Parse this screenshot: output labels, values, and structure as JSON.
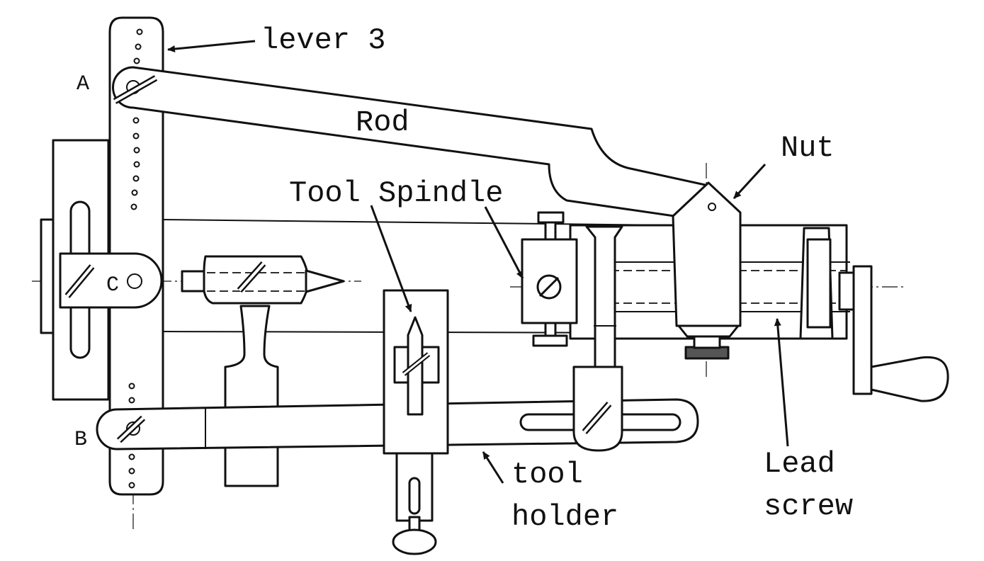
{
  "labels": {
    "lever": "lever 3",
    "rod": "Rod",
    "nut": "Nut",
    "tool_spindle": "Tool Spindle",
    "tool_holder_line1": "tool",
    "tool_holder_line2": "holder",
    "lead_screw_line1": "Lead",
    "lead_screw_line2": "screw",
    "point_a": "A",
    "point_b": "B",
    "point_c": "C"
  },
  "colors": {
    "ink": "#111111",
    "paper": "#ffffff"
  }
}
